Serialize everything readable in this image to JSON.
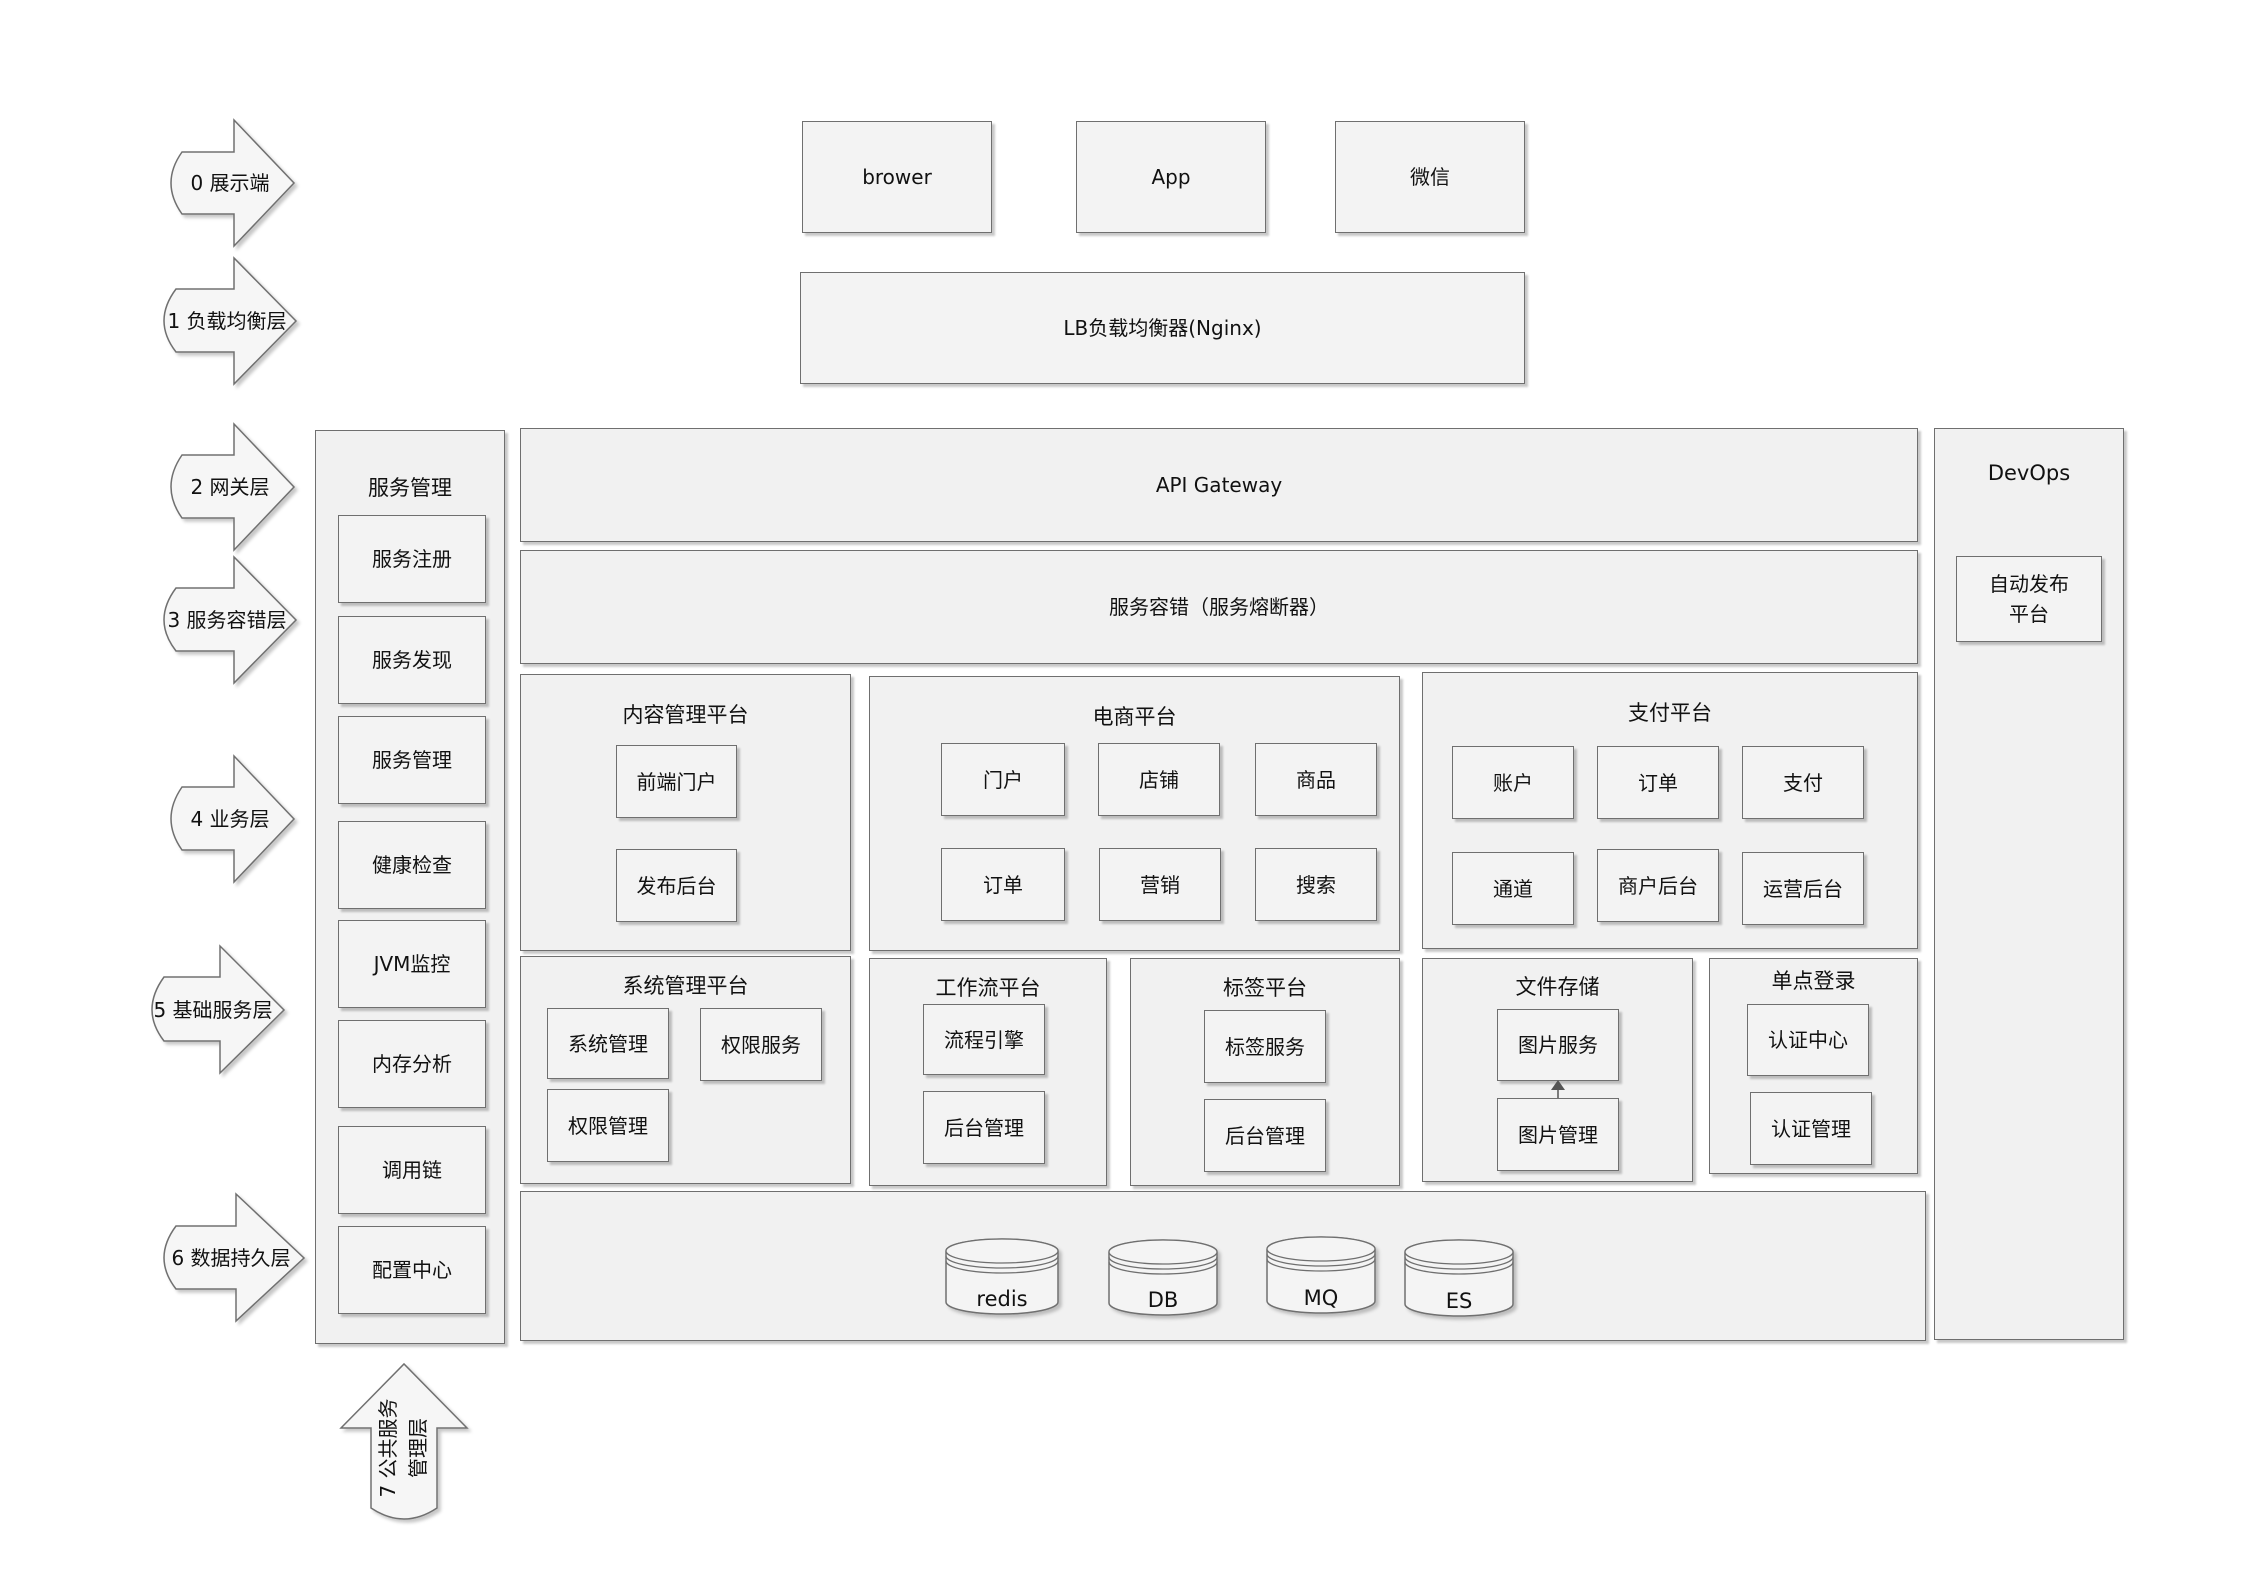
{
  "layers": [
    "0 展示端",
    "1 负载均衡层",
    "2 网关层",
    "3 服务容错层",
    "4 业务层",
    "5 基础服务层",
    "6 数据持久层"
  ],
  "layer7": {
    "line1": "7 公共服务",
    "line2": "管理层"
  },
  "clients": [
    "brower",
    "App",
    "微信"
  ],
  "lb": "LB负载均衡器(Nginx)",
  "gateway": "API Gateway",
  "fault_tolerance": "服务容错（服务熔断器）",
  "service_mgmt": {
    "title": "服务管理",
    "items": [
      "服务注册",
      "服务发现",
      "服务管理",
      "健康检查",
      "JVM监控",
      "内存分析",
      "调用链",
      "配置中心"
    ]
  },
  "devops": {
    "title": "DevOps",
    "item_line1": "自动发布",
    "item_line2": "平台"
  },
  "content_platform": {
    "title": "内容管理平台",
    "items": [
      "前端门户",
      "发布后台"
    ]
  },
  "ecommerce_platform": {
    "title": "电商平台",
    "items": [
      "门户",
      "店铺",
      "商品",
      "订单",
      "营销",
      "搜索"
    ]
  },
  "payment_platform": {
    "title": "支付平台",
    "items": [
      "账户",
      "订单",
      "支付",
      "通道",
      "商户后台",
      "运营后台"
    ]
  },
  "system_platform": {
    "title": "系统管理平台",
    "items": [
      "系统管理",
      "权限服务",
      "权限管理"
    ]
  },
  "workflow_platform": {
    "title": "工作流平台",
    "items": [
      "流程引擎",
      "后台管理"
    ]
  },
  "tag_platform": {
    "title": "标签平台",
    "items": [
      "标签服务",
      "后台管理"
    ]
  },
  "file_storage": {
    "title": "文件存储",
    "items": [
      "图片服务",
      "图片管理"
    ]
  },
  "sso": {
    "title": "单点登录",
    "items": [
      "认证中心",
      "认证管理"
    ]
  },
  "storage": [
    "redis",
    "DB",
    "MQ",
    "ES"
  ],
  "colors": {
    "box_fill": "#f3f3f3",
    "border": "#6f6f6f",
    "text": "#111111"
  }
}
